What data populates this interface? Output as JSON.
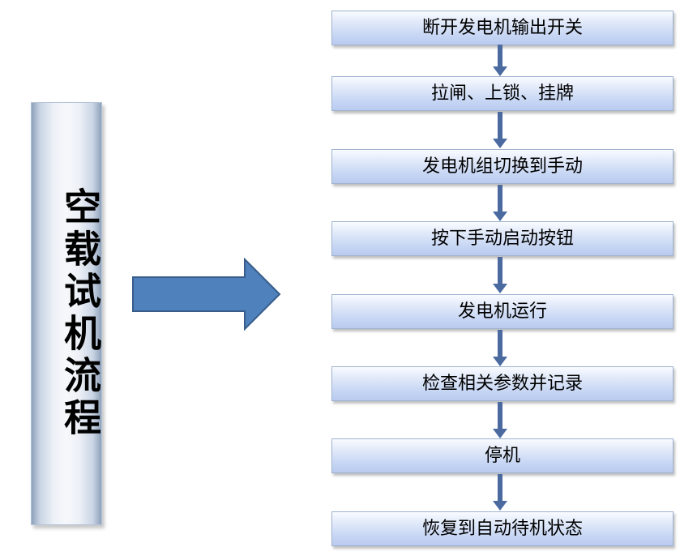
{
  "title": "空载试机流程",
  "steps": [
    {
      "label": "断开发电机输出开关"
    },
    {
      "label": "拉闸、上锁、挂牌"
    },
    {
      "label": "发电机组切换到手动"
    },
    {
      "label": "按下手动启动按钮"
    },
    {
      "label": "发电机运行"
    },
    {
      "label": "检查相关参数并记录"
    },
    {
      "label": "停机"
    },
    {
      "label": "恢复到自动待机状态"
    }
  ],
  "colors": {
    "arrow_fill": "#4f81bd",
    "arrow_stroke": "#385d8a",
    "box_border": "#9fb3cf",
    "connector": "#4a6aa0"
  }
}
